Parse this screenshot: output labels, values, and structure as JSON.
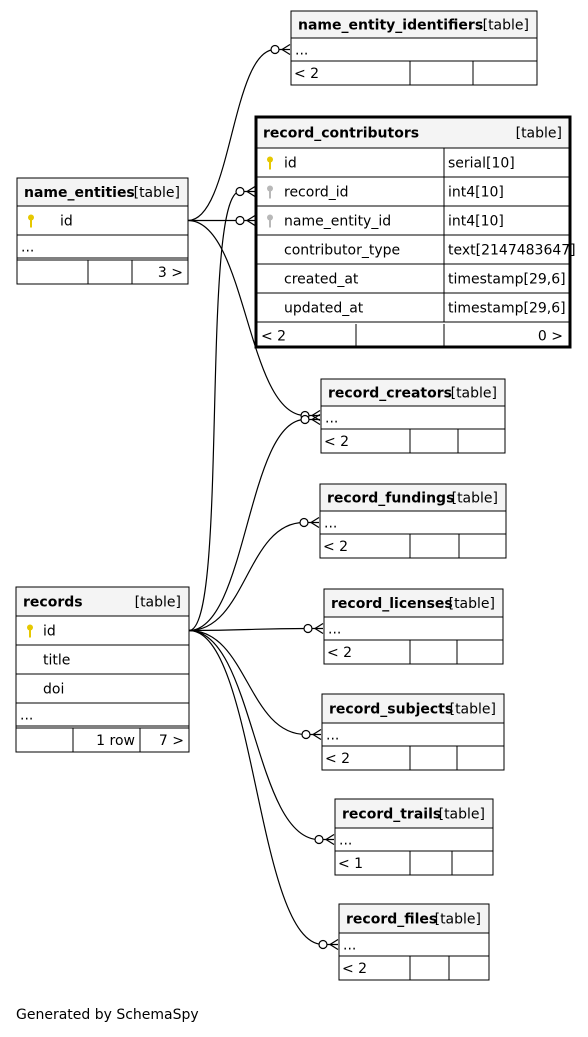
{
  "type_label": "[table]",
  "lt": "<",
  "gt": ">",
  "ellipsis": "...",
  "colors": {
    "key_primary": "#e6c800",
    "key_foreign": "#b8b8b8",
    "header_bg": "#f4f4f4",
    "border": "#000000"
  },
  "tables": [
    {
      "id": "name_entity_identifiers",
      "name": "name_entity_identifiers",
      "columns": [],
      "ellipsis": true,
      "footer": [
        "< 2",
        "",
        ""
      ]
    },
    {
      "id": "record_contributors",
      "name": "record_contributors",
      "bold_border": true,
      "columns": [
        {
          "name": "id",
          "type": "serial[10]",
          "key": "primary"
        },
        {
          "name": "record_id",
          "type": "int4[10]",
          "key": "foreign"
        },
        {
          "name": "name_entity_id",
          "type": "int4[10]",
          "key": "foreign"
        },
        {
          "name": "contributor_type",
          "type": "text[2147483647]",
          "key": ""
        },
        {
          "name": "created_at",
          "type": "timestamp[29,6]",
          "key": ""
        },
        {
          "name": "updated_at",
          "type": "timestamp[29,6]",
          "key": ""
        }
      ],
      "ellipsis": false,
      "footer": [
        "< 2",
        "",
        "0 >"
      ]
    },
    {
      "id": "name_entities",
      "name": "name_entities",
      "columns": [
        {
          "name": "id",
          "type": "",
          "key": "primary"
        }
      ],
      "ellipsis": true,
      "footer": [
        "",
        "",
        "3 >"
      ]
    },
    {
      "id": "record_creators",
      "name": "record_creators",
      "columns": [],
      "ellipsis": true,
      "footer": [
        "< 2",
        "",
        ""
      ]
    },
    {
      "id": "record_fundings",
      "name": "record_fundings",
      "columns": [],
      "ellipsis": true,
      "footer": [
        "< 2",
        "",
        ""
      ]
    },
    {
      "id": "records",
      "name": "records",
      "columns": [
        {
          "name": "id",
          "type": "",
          "key": "primary"
        },
        {
          "name": "title",
          "type": "",
          "key": ""
        },
        {
          "name": "doi",
          "type": "",
          "key": ""
        }
      ],
      "ellipsis": true,
      "footer": [
        "",
        "1 row",
        "7 >"
      ]
    },
    {
      "id": "record_licenses",
      "name": "record_licenses",
      "columns": [],
      "ellipsis": true,
      "footer": [
        "< 2",
        "",
        ""
      ]
    },
    {
      "id": "record_subjects",
      "name": "record_subjects",
      "columns": [],
      "ellipsis": true,
      "footer": [
        "< 2",
        "",
        ""
      ]
    },
    {
      "id": "record_trails",
      "name": "record_trails",
      "columns": [],
      "ellipsis": true,
      "footer": [
        "< 1",
        "",
        ""
      ]
    },
    {
      "id": "record_files",
      "name": "record_files",
      "columns": [],
      "ellipsis": true,
      "footer": [
        "< 2",
        "",
        ""
      ]
    }
  ],
  "relationships": [
    {
      "from": "name_entities.id",
      "to": "name_entity_identifiers"
    },
    {
      "from": "name_entities.id",
      "to": "record_contributors.name_entity_id"
    },
    {
      "from": "name_entities.id",
      "to": "record_creators"
    },
    {
      "from": "records.id",
      "to": "record_contributors.record_id"
    },
    {
      "from": "records.id",
      "to": "record_creators"
    },
    {
      "from": "records.id",
      "to": "record_fundings"
    },
    {
      "from": "records.id",
      "to": "record_licenses"
    },
    {
      "from": "records.id",
      "to": "record_subjects"
    },
    {
      "from": "records.id",
      "to": "record_trails"
    },
    {
      "from": "records.id",
      "to": "record_files"
    }
  ],
  "footer_text": "Generated by SchemaSpy"
}
